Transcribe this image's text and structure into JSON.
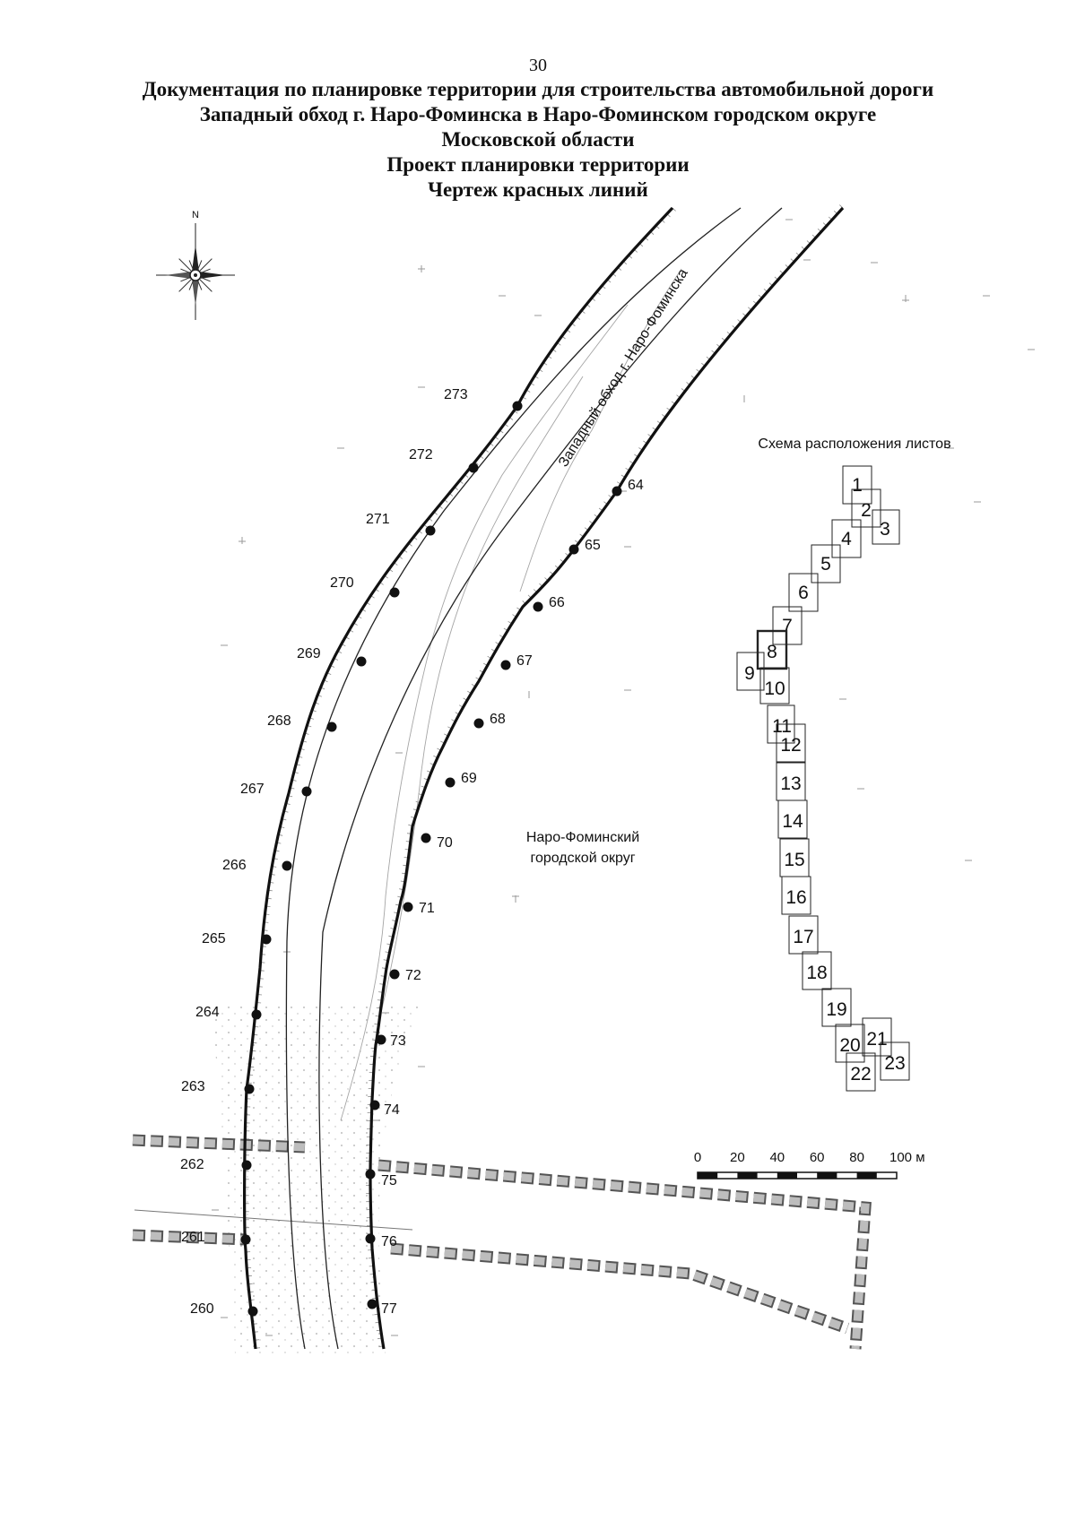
{
  "page_number": "30",
  "title_lines": [
    "Документация по планировке территории для строительства автомобильной дороги",
    "Западный обход г. Наро-Фоминска в Наро-Фоминском городском округе",
    "Московской области",
    "Проект планировки территории",
    "Чертеж красных линий"
  ],
  "compass": {
    "north_label": "N"
  },
  "road_label": "Западный обход г. Наро-Фоминска",
  "area_label": {
    "line1": "Наро-Фоминский",
    "line2": "городской округ"
  },
  "left_points": [
    "273",
    "272",
    "271",
    "270",
    "269",
    "268",
    "267",
    "266",
    "265",
    "264",
    "263",
    "262",
    "261",
    "260"
  ],
  "right_points": [
    "64",
    "65",
    "66",
    "67",
    "68",
    "69",
    "70",
    "71",
    "72",
    "73",
    "74",
    "75",
    "76",
    "77"
  ],
  "sheet_scheme": {
    "title": "Схема расположения листов",
    "sheets": [
      "1",
      "2",
      "3",
      "4",
      "5",
      "6",
      "7",
      "8",
      "9",
      "10",
      "11",
      "12",
      "13",
      "14",
      "15",
      "16",
      "17",
      "18",
      "19",
      "20",
      "21",
      "22",
      "23"
    ],
    "current_sheet": "8"
  },
  "scale_bar": {
    "ticks": [
      "0",
      "20",
      "40",
      "60",
      "80",
      "100 м"
    ]
  },
  "colors": {
    "ink": "#111111",
    "boundary_gray": "#8a8a8a",
    "sketch_gray": "#9a9a9a"
  }
}
